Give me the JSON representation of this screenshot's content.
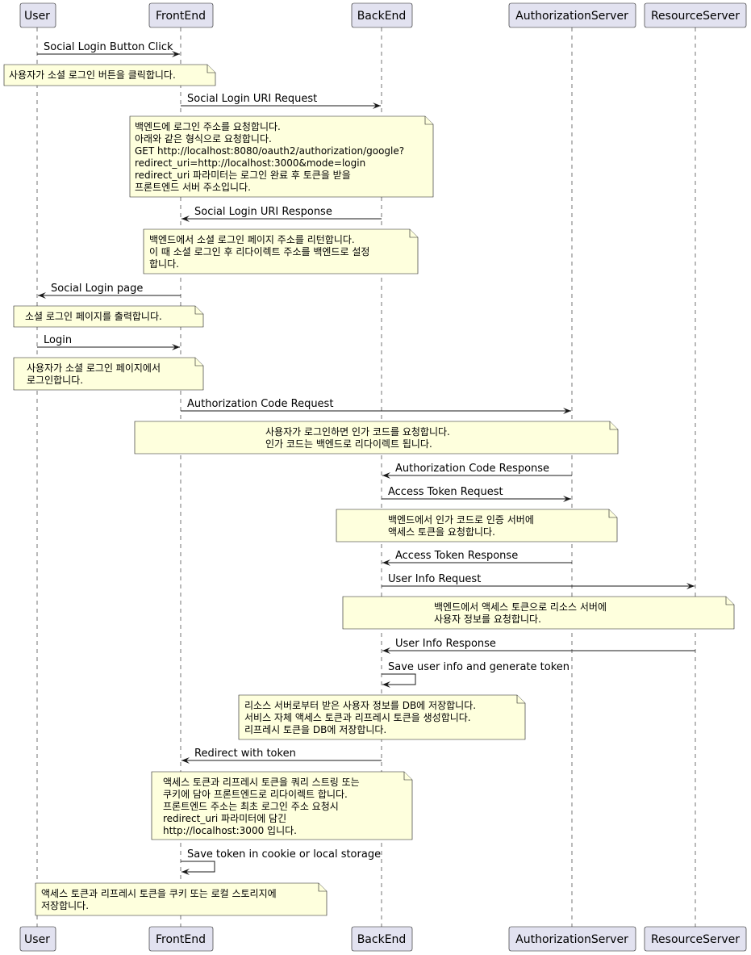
{
  "participants": [
    {
      "id": "user",
      "label": "User"
    },
    {
      "id": "frontend",
      "label": "FrontEnd"
    },
    {
      "id": "backend",
      "label": "BackEnd"
    },
    {
      "id": "authserver",
      "label": "AuthorizationServer"
    },
    {
      "id": "resserver",
      "label": "ResourceServer"
    }
  ],
  "messages": [
    {
      "id": "m1",
      "label": "Social Login Button Click"
    },
    {
      "id": "m2",
      "label": "Social Login URI Request"
    },
    {
      "id": "m3",
      "label": "Social Login URI Response"
    },
    {
      "id": "m4",
      "label": "Social Login page"
    },
    {
      "id": "m5",
      "label": "Login"
    },
    {
      "id": "m6",
      "label": "Authorization Code Request"
    },
    {
      "id": "m7",
      "label": "Authorization Code Response"
    },
    {
      "id": "m8",
      "label": "Access Token Request"
    },
    {
      "id": "m9",
      "label": "Access Token Response"
    },
    {
      "id": "m10",
      "label": "User Info Request"
    },
    {
      "id": "m11",
      "label": "User Info Response"
    },
    {
      "id": "m12",
      "label": "Save user info and generate token"
    },
    {
      "id": "m13",
      "label": "Redirect with token"
    },
    {
      "id": "m14",
      "label": "Save token in cookie or local storage"
    }
  ],
  "notes": [
    {
      "id": "n1",
      "lines": [
        "사용자가 소셜 로그인 버튼을 클릭합니다."
      ]
    },
    {
      "id": "n2",
      "lines": [
        "백엔드에 로그인 주소를 요청합니다.",
        "아래와 같은 형식으로 요청합니다.",
        "GET http://localhost:8080/oauth2/authorization/google?",
        "redirect_uri=http://localhost:3000&mode=login",
        "redirect_uri 파라미터는 로그인 완료 후 토큰을 받을",
        "프론트엔드 서버 주소입니다."
      ]
    },
    {
      "id": "n3",
      "lines": [
        "백엔드에서 소셜 로그인 페이지 주소를 리턴합니다.",
        "이 때 소셜 로그인 후 리다이렉트 주소를 백엔드로 설정",
        "합니다."
      ]
    },
    {
      "id": "n4",
      "lines": [
        "소셜 로그인 페이지를 출력합니다."
      ]
    },
    {
      "id": "n5",
      "lines": [
        "사용자가 소셜 로그인 페이지에서",
        "로그인합니다."
      ]
    },
    {
      "id": "n6",
      "lines": [
        "사용자가 로그인하면 인가 코드를 요청합니다.",
        "인가 코드는 백엔드로 리다이렉트 됩니다."
      ]
    },
    {
      "id": "n7",
      "lines": [
        "백엔드에서 인가 코드로 인증 서버에",
        "액세스 토큰을 요청합니다."
      ]
    },
    {
      "id": "n8",
      "lines": [
        "백엔드에서 액세스 토큰으로 리소스 서버에",
        "사용자 정보를 요청합니다."
      ]
    },
    {
      "id": "n9",
      "lines": [
        "리소스 서버로부터 받은 사용자 정보를 DB에 저장합니다.",
        "서비스 자체 액세스 토큰과 리프레시 토큰을 생성합니다.",
        "리프레시 토큰을 DB에 저장합니다."
      ]
    },
    {
      "id": "n10",
      "lines": [
        "액세스 토큰과 리프레시 토큰을 쿼리 스트링 또는",
        "쿠키에 담아 프론트엔드로 리다이렉트 합니다.",
        "프론트엔드 주소는 최초 로그인 주소 요청시",
        "redirect_uri 파라미터에 담긴",
        "http://localhost:3000 입니다."
      ]
    },
    {
      "id": "n11",
      "lines": [
        "액세스 토큰과 리프레시 토큰을 쿠키 또는 로컬 스토리지에",
        "저장합니다."
      ]
    }
  ]
}
